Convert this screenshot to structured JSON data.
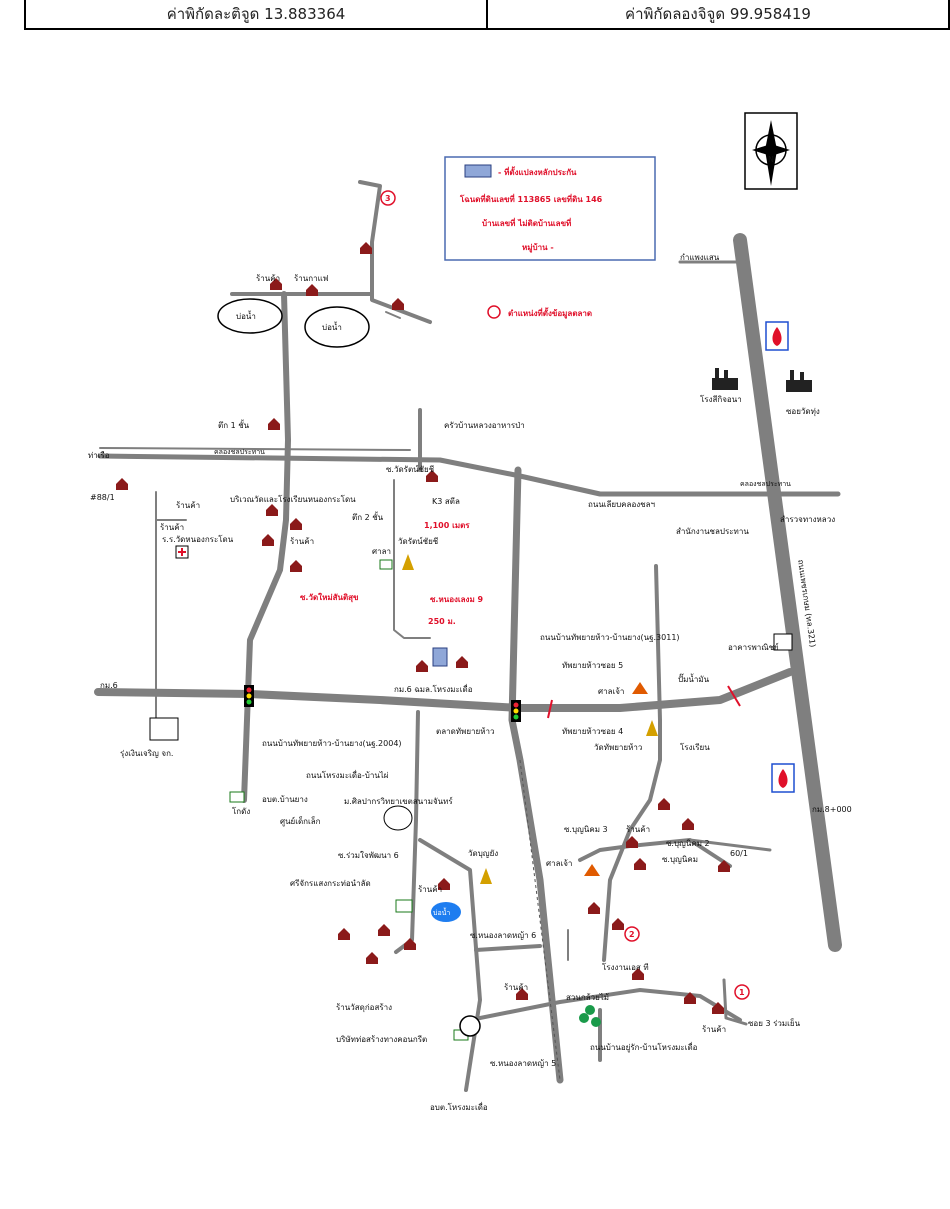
{
  "header": {
    "latitude": "ค่าพิกัดละติจูด 13.883364",
    "longitude": "ค่าพิกัดลองจิจูด 99.958419"
  },
  "legend": {
    "line1": "- ที่ตั้งแปลงหลักประกัน",
    "line2": "โฉนดที่ดินเลขที่ 113865 เลขที่ดิน 146",
    "line3": "บ้านเลขที่  ไม่ติดบ้านเลขที่",
    "line4": "หมู่บ้าน -",
    "marker": "ตำแหน่งที่ตั้งข้อมูลตลาด"
  },
  "labels": {
    "ponds": [
      "บ่อน้ำ",
      "บ่อน้ำ"
    ],
    "shop_top": "ร้านค้า",
    "coffee": "ร้านกาแฟ",
    "bldg1": "ตึก 1 ชั้น",
    "bldg2": "ตึก 2 ชั้น",
    "canal_w": "ท่าเรือ",
    "canal_name": "คลองชลประทาน",
    "canal_name_e": "คลองชลประทาน",
    "kitchen": "ครัวบ้านหลวงอาหารป่า",
    "soi_wat_rat": "ซ.วัดรัตน์ชัยชี",
    "k3": "K3 สตีล",
    "road_canal": "ถนนเลียบคลองชลฯ",
    "addr": "#88/1",
    "shop_w1": "ร้านค้า",
    "shop_w2": "ร้านค้า",
    "school_w": "ร.ร.วัดหนองกระโดน",
    "wat_area": "บริเวณวัดและโรงเรียนหนองกระโดน",
    "shop_mid": "ร้านค้า",
    "dist1": "1,100 เมตร",
    "wat_rat": "วัดรัตน์ชัยชี",
    "sala": "ศาลา",
    "soi_wat_mai": "ซ.วัดใหม่สันติสุข",
    "soi_nong": "ซ.หนองเลงม 9",
    "dist2": "250 ม.",
    "km6_w": "กม.6",
    "roong": "รุ่งเงินเจริญ จก.",
    "km6_mid": "กม.6 ฉมล.โหรงมะเดื่อ",
    "market_tai": "ตลาดทัพยายห้าว",
    "road_3011": "ถนนบ้านทัพยายห้าว-บ้านยาง(นฐ.3011)",
    "soi5": "ทัพยายห้าวซอย 5",
    "shrine": "ศาลเจ้า",
    "gas": "ปั๊มน้ำมัน",
    "soi4": "ทัพยายห้าวซอย 4",
    "wat_tai": "วัดทัพยายห้าว",
    "school_e": "โรงเรียน",
    "road_2004": "ถนนบ้านทัพยายห้าว-บ้านยาง(นฐ.2004)",
    "road_nong": "ถนนโหรงมะเดื่อ-บ้านไผ่",
    "obt": "อบต.บ้านยาง",
    "warehouse": "โกดัง",
    "childcare": "ศูนย์เด็กเล็ก",
    "univ": "ม.ศิลปากรวิทยาเขตสนามจันทร์",
    "soi_rama": "ซ.ร่วมใจพัฒนา 6",
    "wat_bu": "วัดบุญยัง",
    "chicken": "ศรีจักรแสงกระท่อนำลัด",
    "shop_s1": "ร้านค้า",
    "pond_blue": "บ่อน้ำ",
    "soi_nong2": "ซ.หนองลาดหญ้า 6",
    "supply": "ร้านวัสดุก่อสร้าง",
    "pipe": "บริษัทท่อสร้างทางคอนกรีต",
    "shop_s2": "ร้านค้า",
    "soi_nong5": "ซ.หนองลาดหญ้า 5",
    "obt_nong": "อบต.โหรงมะเดื่อ",
    "soi_bun3": "ซ.บุญนิคม 3",
    "shop_e1": "ร้านค้า",
    "shrine2": "ศาลเจ้า",
    "soi_bun2": "ซ.บุญนิคม 2",
    "addr_e": "60/1",
    "soi_bun": "ซ.บุญนิคม",
    "factory2": "โรงงานเอส ที",
    "park": "สวนกล้วยไม้",
    "shop_e2": "ร้านค้า",
    "soi3": "ซอย 3 ร่วมเย็น",
    "road_south": "ถนนบ้านอยู่รัก-บ้านโหรงมะเดื่อ",
    "kamphaeng": "กำแพงแสน",
    "factory": "โรงสีกิจอนา",
    "soi_e": "ซอยวัดทุ่ง",
    "office": "สำนักงานชลประทาน",
    "forest": "สำรวจทางหลวง",
    "rd_main": "ถนนเพชรเกษม (ทล.321)",
    "km_mark": "กม.8+000",
    "rama": "อาคารพาณิชย์",
    "three": "3",
    "one": "1",
    "two": "2",
    "north": "N"
  }
}
